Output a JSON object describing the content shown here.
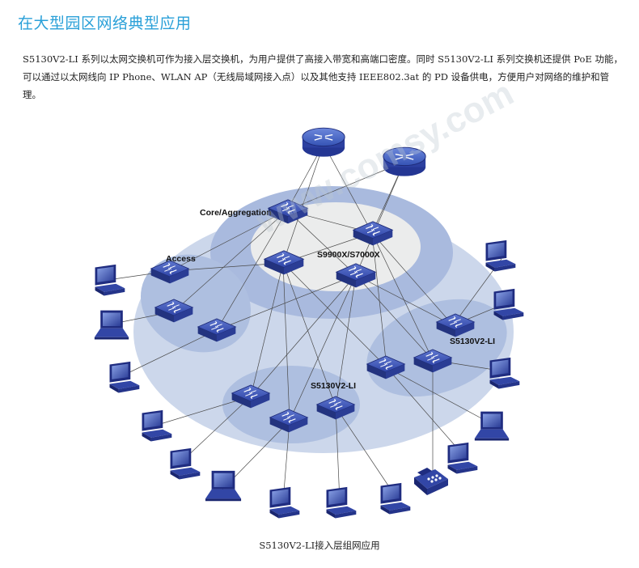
{
  "title": "在大型园区网络典型应用",
  "description": "S5130V2-LI 系列以太网交换机可作为接入层交换机，为用户提供了高接入带宽和高端口密度。同时 S5130V2-LI 系列交换机还提供 PoE 功能，可以通过以太网线向 IP Phone、WLAN AP（无线局域网接入点）以及其他支持 IEEE802.3at 的 PD 设备供电，方便用户对网络的维护和管理。",
  "diagram": {
    "labels": {
      "core_aggregation": "Core/Aggregation",
      "core_model": "S9900X/S7000X",
      "access": "Access",
      "access_model_right": "S5130V2-LI",
      "access_model_bottom": "S5130V2-LI"
    },
    "colors": {
      "outer_ellipse": "#c9d5ea",
      "mid_ellipse": "#aebfe0",
      "inner_ellipse": "#eaecea",
      "device_blue": "#2f3f9a",
      "router_blue": "#3a56b8"
    }
  },
  "caption": "S5130V2-LI接入层组网应用",
  "watermark": "www.comsy.com"
}
